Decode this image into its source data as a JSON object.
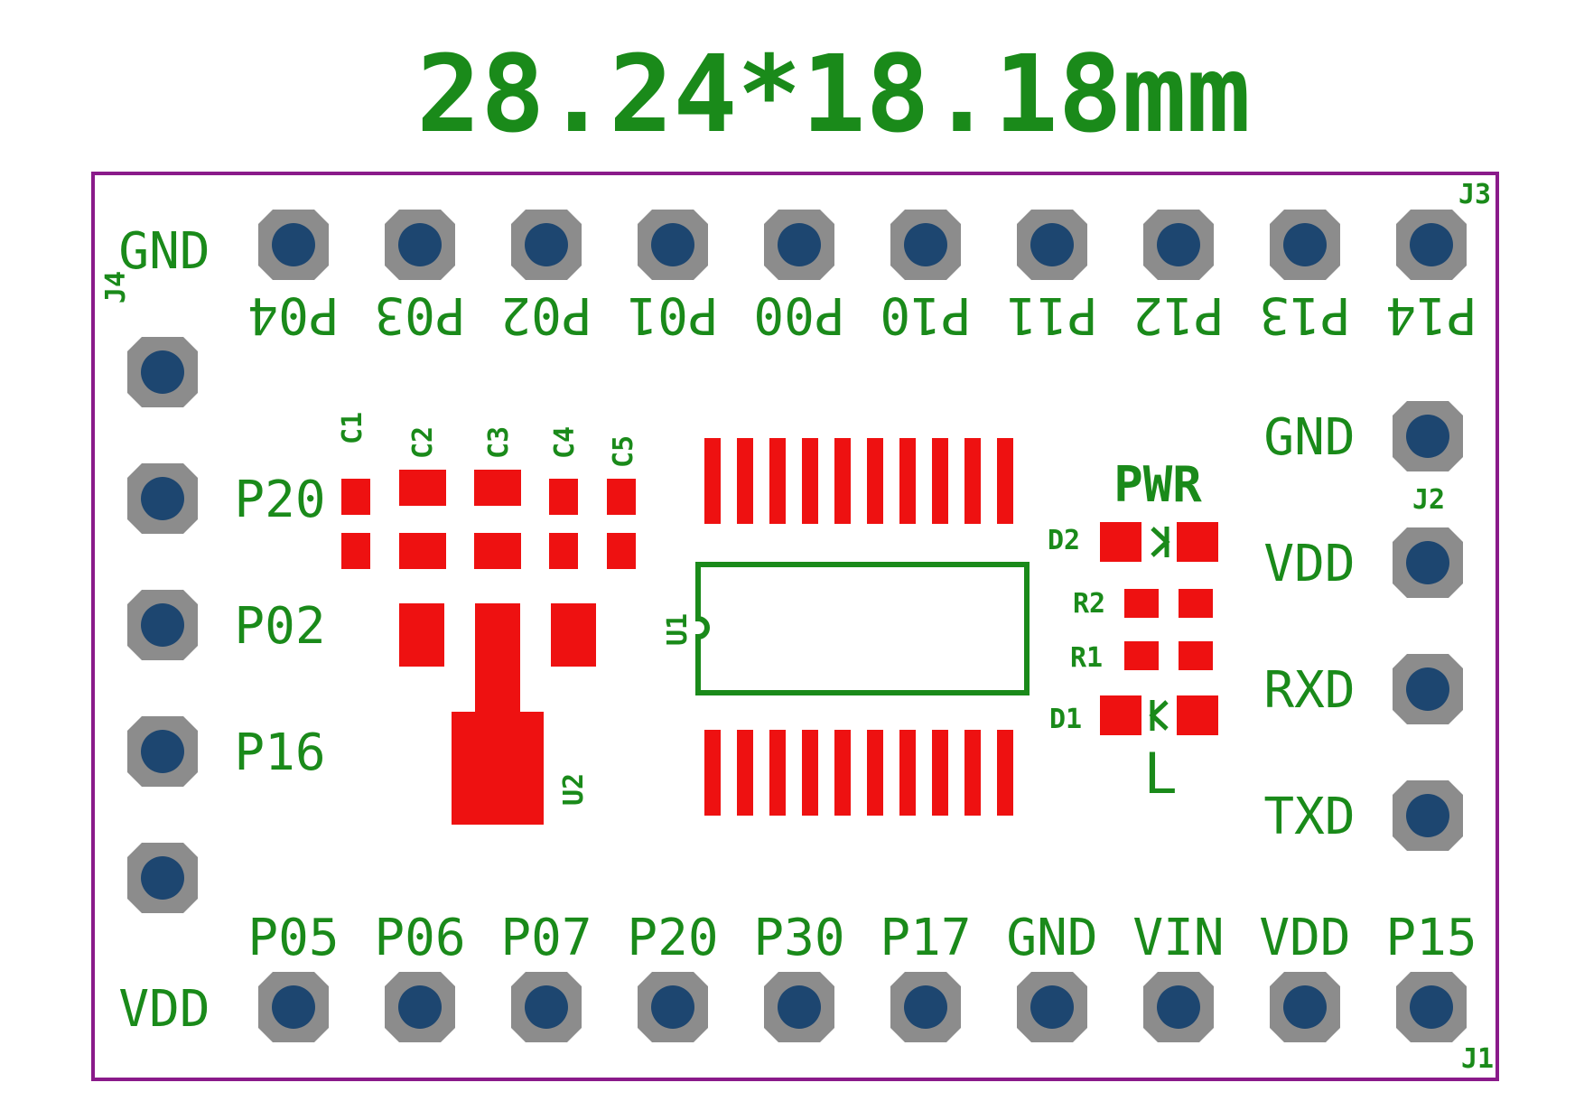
{
  "title": "28.24*18.18mm",
  "colors": {
    "silkscreen": "#1a8a1a",
    "copper_pad": "#ee1111",
    "board_outline": "#8a1a8a",
    "pad_ring": "#8c8c8c",
    "pad_hole": "#1d4670"
  },
  "connectors": {
    "J1": {
      "label": "J1",
      "side_label": "VDD",
      "pins": [
        "P05",
        "P06",
        "P07",
        "P20",
        "P30",
        "P17",
        "GND",
        "VIN",
        "VDD",
        "P15"
      ]
    },
    "J2": {
      "label": "J2",
      "pins": [
        "GND",
        "VDD",
        "RXD",
        "TXD"
      ]
    },
    "J3": {
      "label": "J3",
      "side_label": "GND",
      "pins": [
        "P04",
        "P03",
        "P02",
        "P01",
        "P00",
        "P10",
        "P11",
        "P12",
        "P13",
        "P14"
      ]
    },
    "J4": {
      "label": "J4",
      "pins": [
        "",
        "P20",
        "P02",
        "P16",
        ""
      ]
    }
  },
  "components": {
    "capacitors": [
      "C1",
      "C2",
      "C3",
      "C4",
      "C5"
    ],
    "regulator": "U2",
    "ic": "U1",
    "leds": [
      "D2",
      "D1"
    ],
    "resistors": [
      "R2",
      "R1"
    ],
    "pwr_label": "PWR",
    "l_label": "L"
  }
}
